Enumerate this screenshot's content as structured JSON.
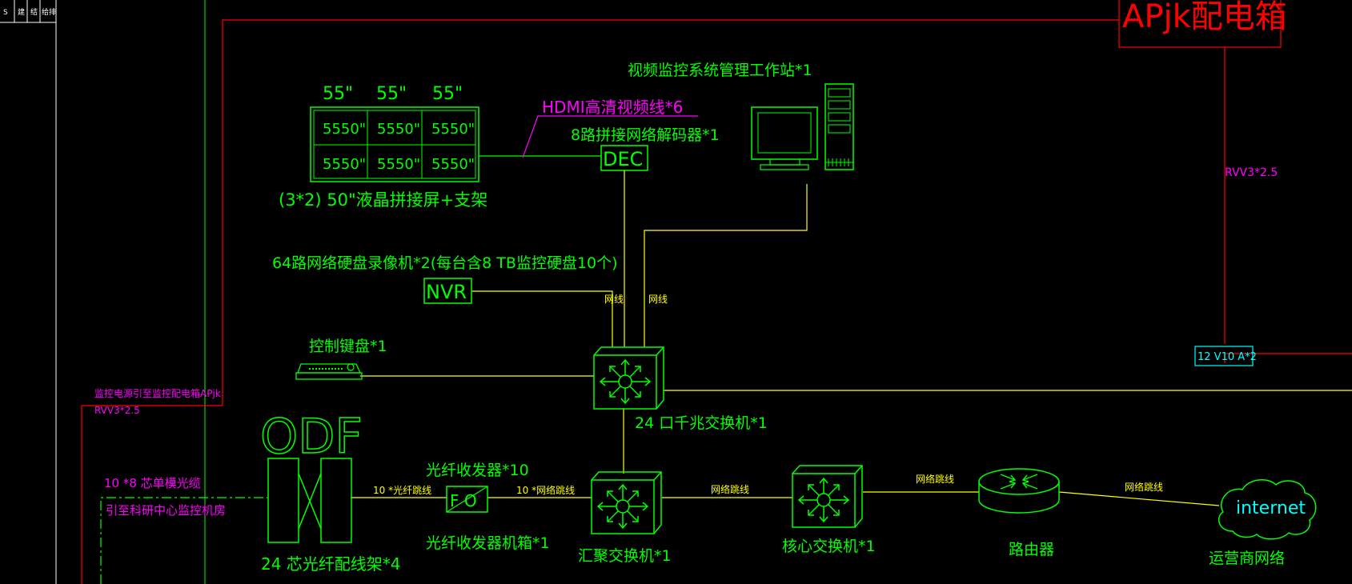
{
  "title_block": {
    "chars": [
      "S",
      "建",
      "结",
      "给排"
    ]
  },
  "power": {
    "box_label": "APjk配电箱",
    "cable_right": "RVV3*2.5",
    "note_line1": "监控电源引至监控配电箱APjk",
    "note_line2": "RVV3*2.5",
    "psu_label": "12 V10 A*2"
  },
  "video_wall": {
    "top_sizes": [
      "55\"",
      "55\"",
      "55\""
    ],
    "cell_text": "5550\"",
    "caption": "(3*2) 50\"液晶拼接屏+支架"
  },
  "hdmi": {
    "label": "HDMI高清视频线*6"
  },
  "decoder": {
    "label": "8路拼接网络解码器*1",
    "box_text": "DEC"
  },
  "workstation": {
    "label": "视频监控系统管理工作站*1"
  },
  "nvr": {
    "label": "64路网络硬盘录像机*2(每台含8 TB监控硬盘10个)",
    "box_text": "NVR"
  },
  "cables": {
    "net1": "网线",
    "net2": "网线",
    "fiber_jumper": "10 *光纤跳线",
    "net_jumper_10": "10 *网络跳线",
    "net_jumper_a": "网络跳线",
    "net_jumper_b": "网络跳线",
    "net_jumper_c": "网络跳线"
  },
  "keyboard": {
    "label": "控制键盘*1"
  },
  "switch24": {
    "label": "24 口千兆交换机*1"
  },
  "odf": {
    "title": "ODF",
    "label": "24 芯光纤配线架*4"
  },
  "fiber_cable": {
    "label1": "10 *8 芯单模光缆",
    "label2": "引至科研中心监控机房"
  },
  "transceiver": {
    "label": "光纤收发器*10",
    "box_text": "F O",
    "chassis_label": "光纤收发器机箱*1"
  },
  "agg_switch": {
    "label": "汇聚交换机*1"
  },
  "core_switch": {
    "label": "核心交换机*1"
  },
  "router": {
    "label": "路由器"
  },
  "internet": {
    "cloud_text": "internet",
    "label": "运营商网络"
  },
  "colors": {
    "green": "#00ff00",
    "yellow": "#ffff00",
    "red": "#ff0000",
    "magenta": "#ff00ff",
    "cyan": "#00ffff"
  }
}
